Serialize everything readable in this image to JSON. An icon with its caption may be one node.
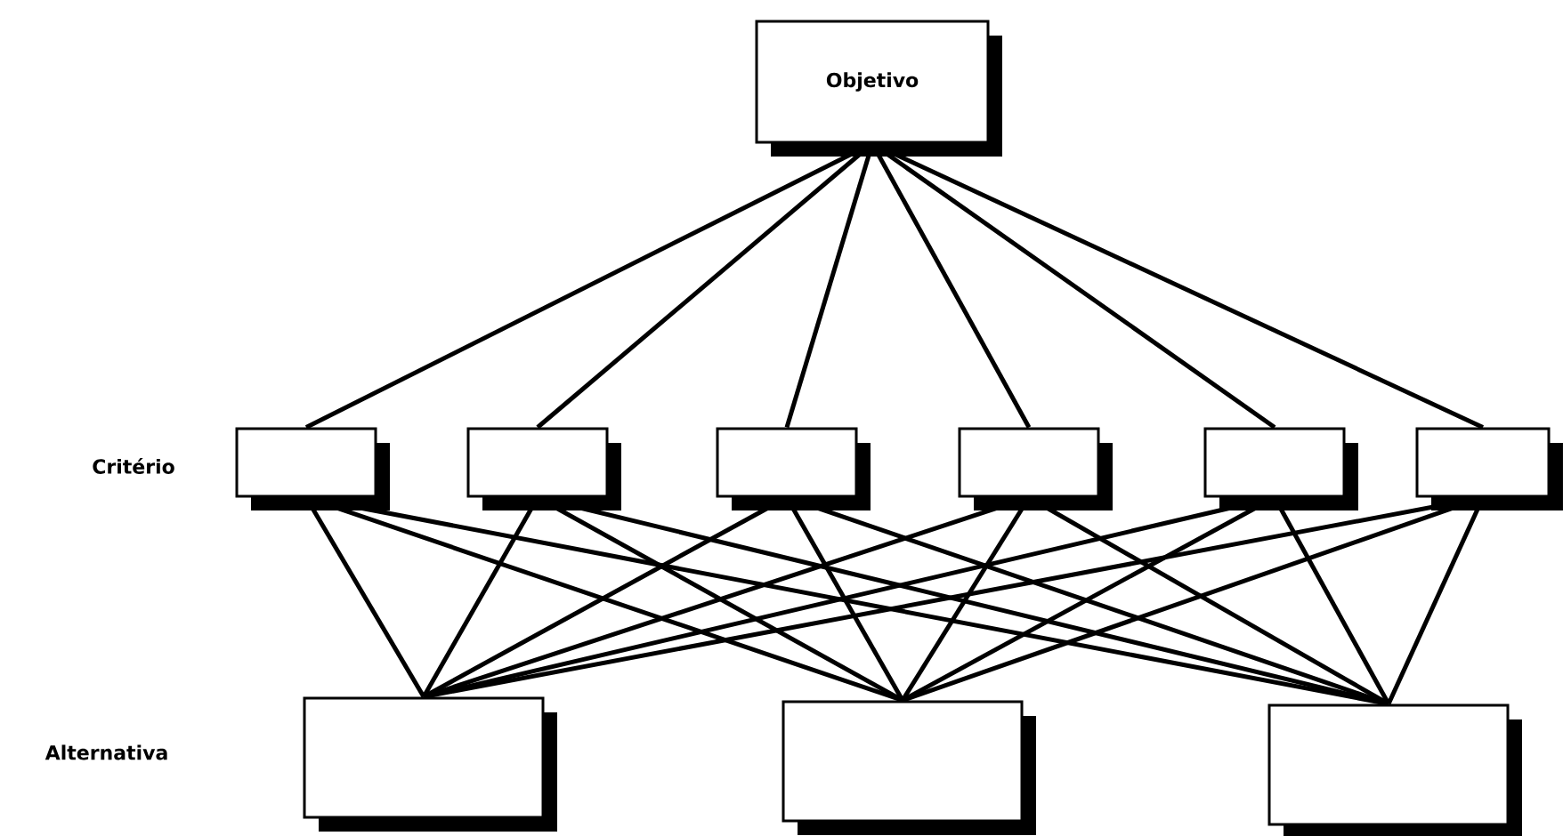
{
  "diagram": {
    "nodes": [
      {
        "text": [
          "Objetivo"
        ]
      },
      {
        "text": [],
        "shape": "box"
      },
      {
        "text": [],
        "shape": "box"
      },
      {
        "text": [],
        "shape": "box"
      },
      {
        "text": [],
        "shape": "box"
      },
      {
        "text": [],
        "shape": "box"
      },
      {
        "text": [],
        "shape": "box"
      },
      {
        "text": [],
        "shape": "box"
      },
      {
        "text": [],
        "shape": "box"
      },
      {
        "text": [],
        "shape": "box"
      }
    ],
    "edges": [
      {
        "from": 0,
        "to": 1,
        "arrow": "none"
      },
      {
        "from": 0,
        "to": 2,
        "arrow": "none"
      },
      {
        "from": 0,
        "to": 3,
        "arrow": "none"
      },
      {
        "from": 0,
        "to": 4,
        "arrow": "none"
      },
      {
        "from": 0,
        "to": 5,
        "arrow": "none"
      },
      {
        "from": 0,
        "to": 6,
        "arrow": "none"
      },
      {
        "from": 1,
        "to": 7,
        "arrow": "none"
      },
      {
        "from": 1,
        "to": 8,
        "arrow": "none"
      },
      {
        "from": 1,
        "to": 9,
        "arrow": "none"
      },
      {
        "from": 2,
        "to": 7,
        "arrow": "none"
      },
      {
        "from": 2,
        "to": 8,
        "arrow": "none"
      },
      {
        "from": 2,
        "to": 9,
        "arrow": "none"
      },
      {
        "from": 3,
        "to": 7,
        "arrow": "none"
      },
      {
        "from": 3,
        "to": 8,
        "arrow": "none"
      },
      {
        "from": 3,
        "to": 9,
        "arrow": "none"
      },
      {
        "from": 4,
        "to": 7,
        "arrow": "none"
      },
      {
        "from": 4,
        "to": 8,
        "arrow": "none"
      },
      {
        "from": 4,
        "to": 9,
        "arrow": "none"
      },
      {
        "from": 5,
        "to": 7,
        "arrow": "none"
      },
      {
        "from": 5,
        "to": 8,
        "arrow": "none"
      },
      {
        "from": 5,
        "to": 9,
        "arrow": "none"
      },
      {
        "from": 6,
        "to": 7,
        "arrow": "none"
      },
      {
        "from": 6,
        "to": 8,
        "arrow": "none"
      },
      {
        "from": 6,
        "to": 9,
        "arrow": "none"
      }
    ],
    "labels": [
      "Critério",
      "Alternativa"
    ]
  }
}
